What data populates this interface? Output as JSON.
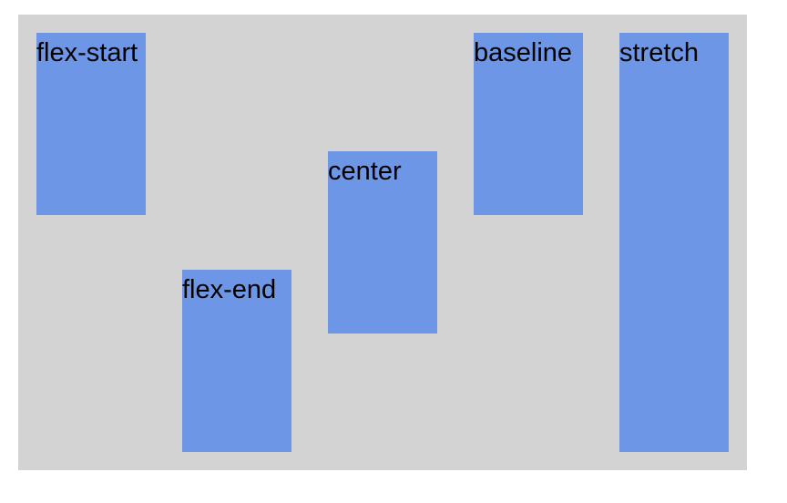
{
  "items": [
    {
      "label": "flex-start"
    },
    {
      "label": "flex-end"
    },
    {
      "label": "center"
    },
    {
      "label": "baseline"
    },
    {
      "label": "stretch"
    }
  ],
  "colors": {
    "container_background": "#d3d3d3",
    "item_background": "#6d96e6",
    "text": "#000000"
  }
}
